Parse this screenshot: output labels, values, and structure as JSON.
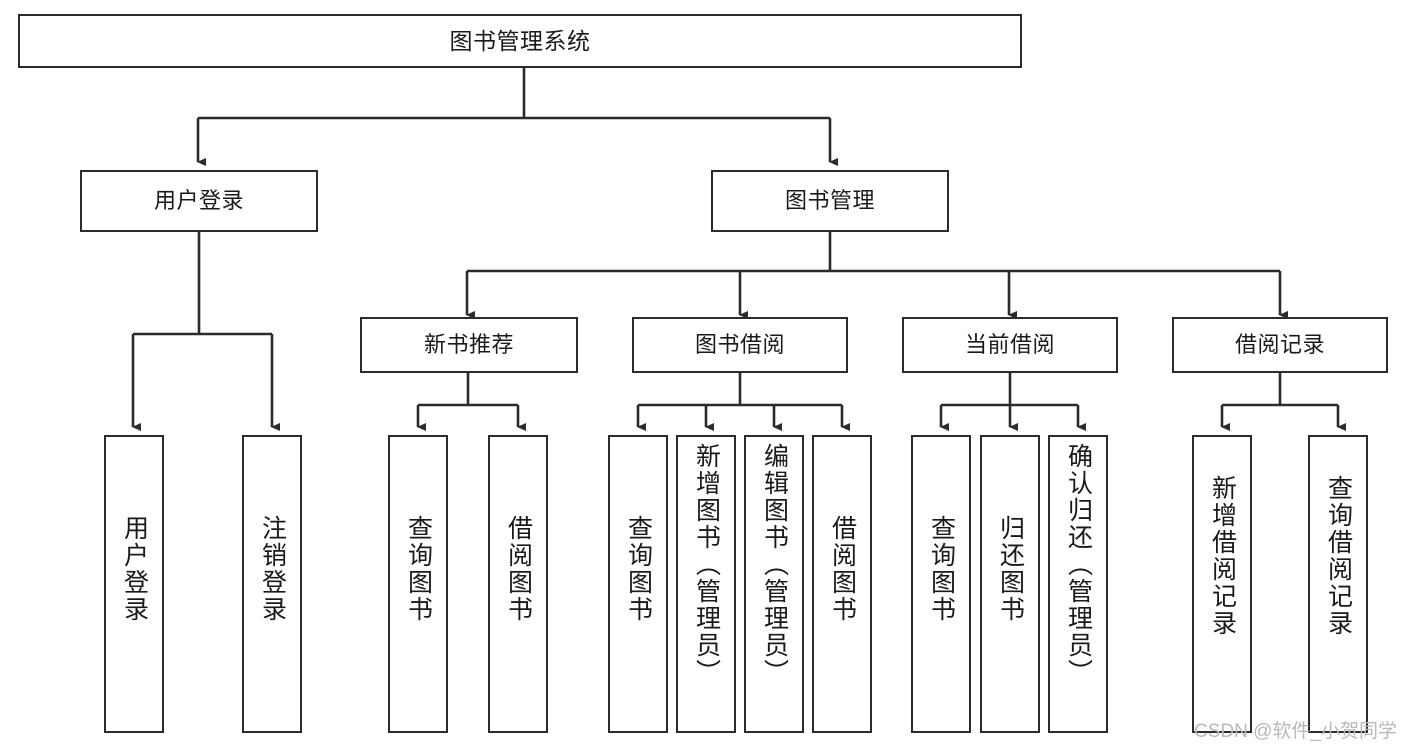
{
  "diagram": {
    "type": "tree-hierarchy",
    "title": "图书管理系统",
    "watermark": "CSDN @软件_小贺同学",
    "colors": {
      "box_border": "#2b2b2b",
      "box_fill": "#ffffff",
      "edge": "#2b2b2b",
      "background": "#ffffff",
      "watermark": "#b9b9b9"
    },
    "levels": {
      "root": {
        "label": "图书管理系统"
      },
      "level2": [
        {
          "id": "user-login",
          "label": "用户登录"
        },
        {
          "id": "book-manage",
          "label": "图书管理"
        }
      ],
      "level3": [
        {
          "id": "new-book-recommend",
          "label": "新书推荐",
          "parent": "book-manage"
        },
        {
          "id": "book-borrow",
          "label": "图书借阅",
          "parent": "book-manage"
        },
        {
          "id": "current-borrow",
          "label": "当前借阅",
          "parent": "book-manage"
        },
        {
          "id": "borrow-record",
          "label": "借阅记录",
          "parent": "book-manage"
        }
      ],
      "leaves": [
        {
          "id": "leaf-user-login",
          "label": "用户登录",
          "parent": "user-login"
        },
        {
          "id": "leaf-logout-login",
          "label": "注销登录",
          "parent": "user-login"
        },
        {
          "id": "leaf-query-book-1",
          "label": "查询图书",
          "parent": "new-book-recommend"
        },
        {
          "id": "leaf-borrow-book-1",
          "label": "借阅图书",
          "parent": "new-book-recommend"
        },
        {
          "id": "leaf-query-book-2",
          "label": "查询图书",
          "parent": "book-borrow"
        },
        {
          "id": "leaf-add-book",
          "label": "新增图书（管理员）",
          "parent": "book-borrow"
        },
        {
          "id": "leaf-edit-book",
          "label": "编辑图书（管理员）",
          "parent": "book-borrow"
        },
        {
          "id": "leaf-borrow-book-2",
          "label": "借阅图书",
          "parent": "book-borrow"
        },
        {
          "id": "leaf-query-book-3",
          "label": "查询图书",
          "parent": "current-borrow"
        },
        {
          "id": "leaf-return-book",
          "label": "归还图书",
          "parent": "current-borrow"
        },
        {
          "id": "leaf-confirm-return",
          "label": "确认归还（管理员）",
          "parent": "current-borrow"
        },
        {
          "id": "leaf-add-record",
          "label": "新增借阅记录",
          "parent": "borrow-record"
        },
        {
          "id": "leaf-query-record",
          "label": "查询借阅记录",
          "parent": "borrow-record"
        }
      ]
    }
  }
}
